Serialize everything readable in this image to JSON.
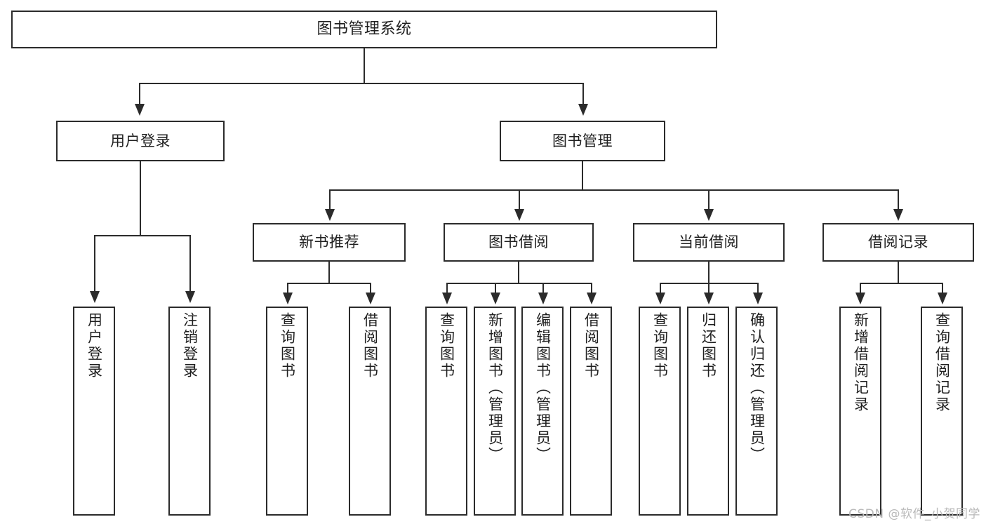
{
  "diagram": {
    "title": "图书管理系统",
    "type": "tree-hierarchy-diagram",
    "colors": {
      "stroke": "#2b2b2b",
      "text": "#1f1f1f",
      "background": "#ffffff",
      "watermark": "#b9b9b9"
    },
    "root": {
      "label": "图书管理系统"
    },
    "level2": [
      {
        "label": "用户登录"
      },
      {
        "label": "图书管理"
      }
    ],
    "level3": [
      {
        "label": "新书推荐"
      },
      {
        "label": "图书借阅"
      },
      {
        "label": "当前借阅"
      },
      {
        "label": "借阅记录"
      }
    ],
    "leaves": {
      "user_login": [
        {
          "label": "用户登录"
        },
        {
          "label": "注销登录"
        }
      ],
      "new_book_recommend": [
        {
          "label": "查询图书"
        },
        {
          "label": "借阅图书"
        }
      ],
      "book_borrow": [
        {
          "label": "查询图书"
        },
        {
          "label": "新增图书（管理员）"
        },
        {
          "label": "编辑图书（管理员）"
        },
        {
          "label": "借阅图书"
        }
      ],
      "current_borrow": [
        {
          "label": "查询图书"
        },
        {
          "label": "归还图书"
        },
        {
          "label": "确认归还（管理员）"
        }
      ],
      "borrow_record": [
        {
          "label": "新增借阅记录"
        },
        {
          "label": "查询借阅记录"
        }
      ]
    },
    "watermark": "CSDN @软件_小贺同学"
  }
}
